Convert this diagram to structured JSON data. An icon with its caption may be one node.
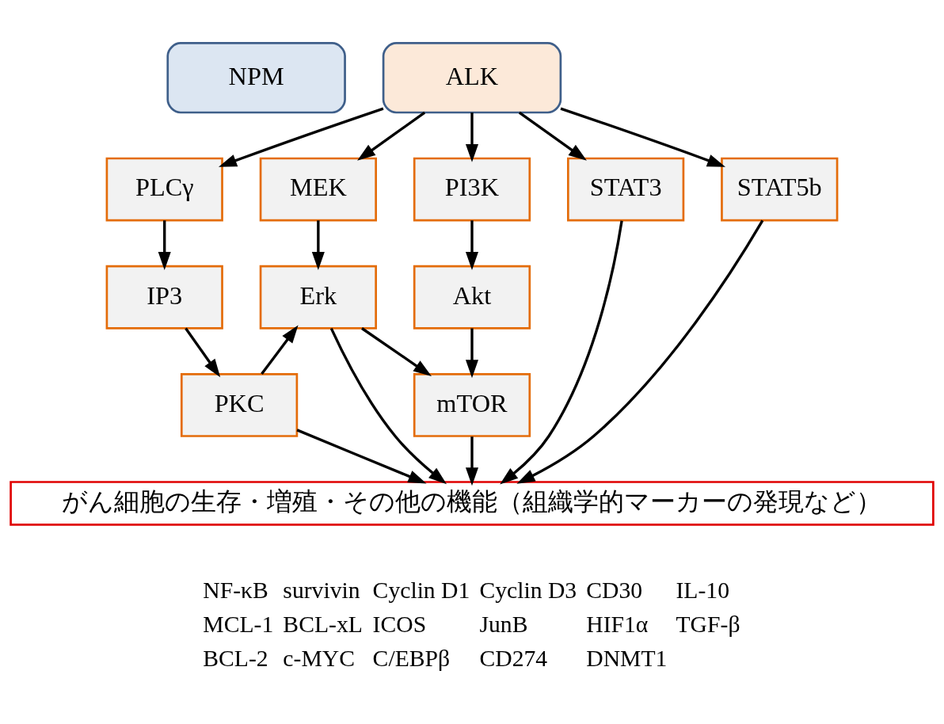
{
  "diagram": {
    "nodes": [
      {
        "text": [
          "NPM"
        ]
      },
      {
        "text": [
          "ALK"
        ]
      },
      {
        "text": [
          "PLCγ"
        ]
      },
      {
        "text": [
          "MEK"
        ]
      },
      {
        "text": [
          "PI3K"
        ]
      },
      {
        "text": [
          "STAT3"
        ]
      },
      {
        "text": [
          "STAT5b"
        ]
      },
      {
        "text": [
          "IP3"
        ]
      },
      {
        "text": [
          "Erk"
        ]
      },
      {
        "text": [
          "Akt"
        ]
      },
      {
        "text": [
          "PKC"
        ]
      },
      {
        "text": [
          "mTOR"
        ]
      },
      {
        "text": [
          "がん細胞の生存・増殖・その他の機能（組織学的マーカーの発現など）"
        ]
      }
    ],
    "edges": [
      {
        "from": 1,
        "to": 2,
        "arrow": "to"
      },
      {
        "from": 1,
        "to": 3,
        "arrow": "to"
      },
      {
        "from": 1,
        "to": 4,
        "arrow": "to"
      },
      {
        "from": 1,
        "to": 5,
        "arrow": "to"
      },
      {
        "from": 1,
        "to": 6,
        "arrow": "to"
      },
      {
        "from": 2,
        "to": 7,
        "arrow": "to"
      },
      {
        "from": 3,
        "to": 8,
        "arrow": "to"
      },
      {
        "from": 4,
        "to": 9,
        "arrow": "to"
      },
      {
        "from": 7,
        "to": 10,
        "arrow": "to"
      },
      {
        "from": 10,
        "to": 8,
        "arrow": "to"
      },
      {
        "from": 8,
        "to": 11,
        "arrow": "to"
      },
      {
        "from": 9,
        "to": 11,
        "arrow": "to"
      },
      {
        "from": 10,
        "to": 12,
        "arrow": "to"
      },
      {
        "from": 8,
        "to": 12,
        "arrow": "to"
      },
      {
        "from": 11,
        "to": 12,
        "arrow": "to"
      },
      {
        "from": 5,
        "to": 12,
        "arrow": "to"
      },
      {
        "from": 6,
        "to": 12,
        "arrow": "to"
      }
    ],
    "labels": [
      "NF-κB",
      "survivin",
      "Cyclin D1",
      "Cyclin D3",
      "CD30",
      "IL-10",
      "MCL-1",
      "BCL-xL",
      "ICOS",
      "JunB",
      "HIF1α",
      "TGF-β",
      "BCL-2",
      "c-MYC",
      "C/EBPβ",
      "CD274",
      "DNMT1"
    ]
  }
}
